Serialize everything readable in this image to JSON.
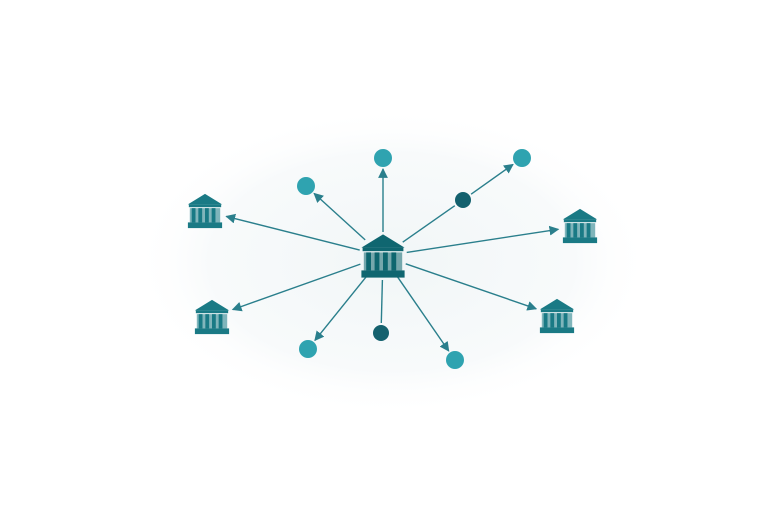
{
  "diagram": {
    "colors": {
      "background": "#ffffff",
      "halo": "#f4f8f9",
      "edge": "#2a7f8c",
      "bank_dark": "#0f6670",
      "bank_medium": "#1a7a85",
      "node_light": "#2fa3b0",
      "node_medium": "#23909d",
      "node_dark": "#14616e"
    },
    "hub": {
      "icon": "bank-building-icon",
      "color_key": "bank_dark"
    },
    "banks": [
      {
        "id": "bank-left-top",
        "icon": "bank-building-icon",
        "color_key": "bank_medium"
      },
      {
        "id": "bank-left-bottom",
        "icon": "bank-building-icon",
        "color_key": "bank_medium"
      },
      {
        "id": "bank-right-top",
        "icon": "bank-building-icon",
        "color_key": "bank_medium"
      },
      {
        "id": "bank-right-bottom",
        "icon": "bank-building-icon",
        "color_key": "bank_medium"
      }
    ],
    "nodes": [
      {
        "id": "node-top-left",
        "color_key": "node_light"
      },
      {
        "id": "node-top",
        "color_key": "node_light"
      },
      {
        "id": "node-top-right-near",
        "color_key": "node_dark"
      },
      {
        "id": "node-top-right-far",
        "color_key": "node_light"
      },
      {
        "id": "node-bottom-left",
        "color_key": "node_light"
      },
      {
        "id": "node-bottom",
        "color_key": "node_dark"
      },
      {
        "id": "node-bottom-right",
        "color_key": "node_light"
      }
    ],
    "edges": [
      {
        "from": "hub",
        "to": "bank-left-top",
        "arrow": true
      },
      {
        "from": "hub",
        "to": "bank-left-bottom",
        "arrow": true
      },
      {
        "from": "hub",
        "to": "bank-right-top",
        "arrow": true
      },
      {
        "from": "hub",
        "to": "bank-right-bottom",
        "arrow": true
      },
      {
        "from": "hub",
        "to": "node-top-left",
        "arrow": true
      },
      {
        "from": "hub",
        "to": "node-top",
        "arrow": true
      },
      {
        "from": "hub",
        "to": "node-top-right-near",
        "arrow": false
      },
      {
        "from": "node-top-right-near",
        "to": "node-top-right-far",
        "arrow": true
      },
      {
        "from": "hub",
        "to": "node-bottom-left",
        "arrow": true
      },
      {
        "from": "hub",
        "to": "node-bottom",
        "arrow": false
      },
      {
        "from": "hub",
        "to": "node-bottom-right",
        "arrow": true
      }
    ]
  }
}
